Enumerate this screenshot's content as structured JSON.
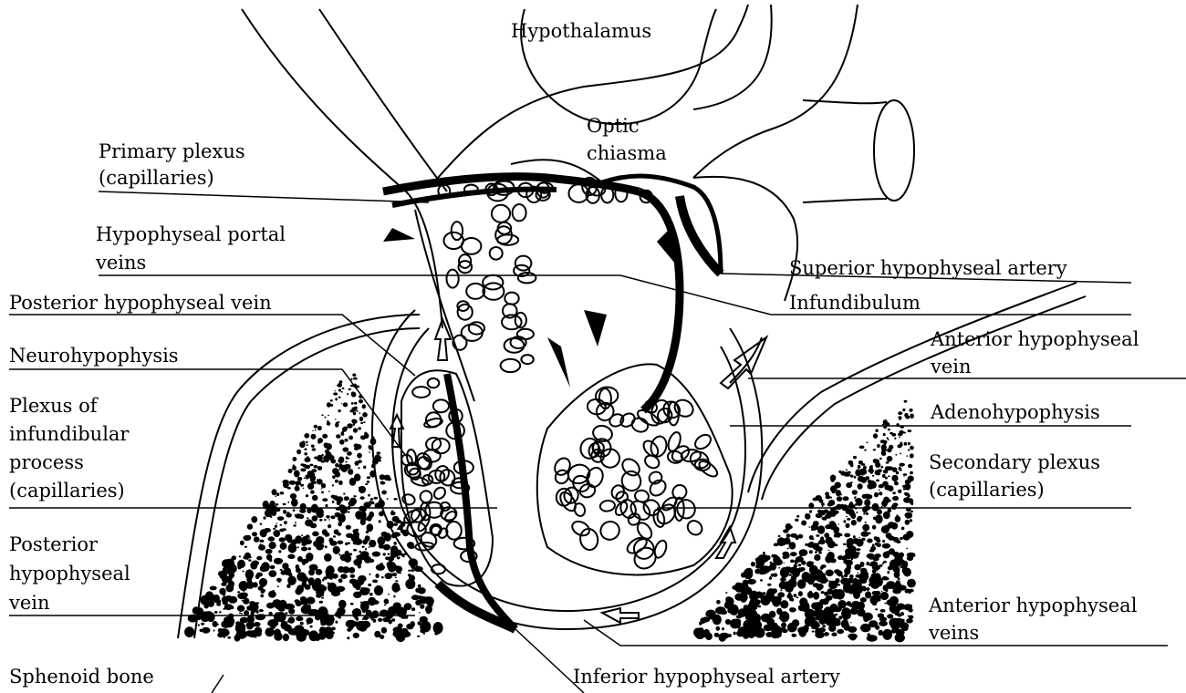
{
  "diagram": {
    "labels": {
      "hypothalamus": "Hypothalamus",
      "optic_chiasma_1": "Optic",
      "optic_chiasma_2": "chiasma",
      "primary_plexus_1": "Primary plexus",
      "primary_plexus_2": "(capillaries)",
      "portal_veins_1": "Hypophyseal portal",
      "portal_veins_2": "veins",
      "superior_artery": "Superior hypophyseal artery",
      "posterior_vein_top": "Posterior hypophyseal vein",
      "infundibulum": "Infundibulum",
      "neurohypophysis": "Neurohypophysis",
      "anterior_vein_1": "Anterior hypophyseal",
      "anterior_vein_2": "vein",
      "plexus_infund_1": "Plexus of",
      "plexus_infund_2": "infundibular",
      "plexus_infund_3": "process",
      "plexus_infund_4": "(capillaries)",
      "adenohypophysis": "Adenohypophysis",
      "secondary_plexus_1": "Secondary plexus",
      "secondary_plexus_2": "(capillaries)",
      "posterior_vein_low_1": "Posterior",
      "posterior_vein_low_2": "hypophyseal",
      "posterior_vein_low_3": "vein",
      "anterior_veins_1": "Anterior hypophyseal",
      "anterior_veins_2": "veins",
      "sphenoid": "Sphenoid bone",
      "inferior_artery": "Inferior hypophyseal artery"
    }
  }
}
